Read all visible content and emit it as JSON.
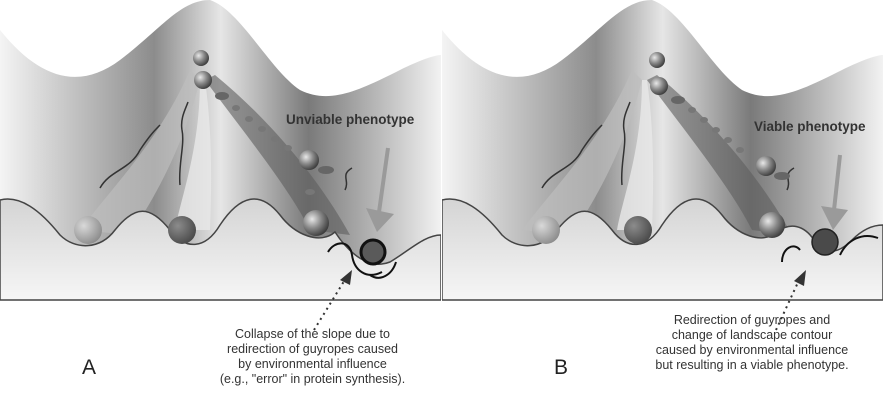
{
  "panels": [
    {
      "letter": "A",
      "callout": "Unviable phenotype",
      "caption": [
        "Collapse of the slope due to",
        "redirection of guyropes caused",
        "by environmental influence",
        "(e.g., \"error\" in protein synthesis)."
      ]
    },
    {
      "letter": "B",
      "callout": "Viable phenotype",
      "caption": [
        "Redirection of guyropes and",
        "change of landscape contour",
        "caused by environmental influence",
        "but resulting in a viable phenotype."
      ]
    }
  ]
}
